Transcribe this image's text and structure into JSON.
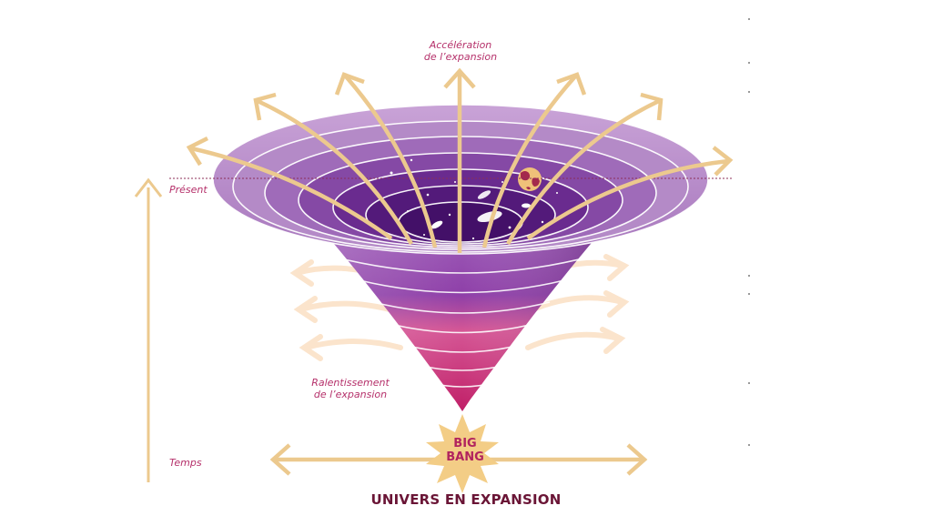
{
  "labels": {
    "acceleration_line1": "Accélération",
    "acceleration_line2": "de l’expansion",
    "present": "Présent",
    "slowdown_line1": "Ralentissement",
    "slowdown_line2": "de l’expansion",
    "time": "Temps",
    "big_bang_line1": "BIG",
    "big_bang_line2": "BANG",
    "title": "UNIVERS EN EXPANSION"
  },
  "colors": {
    "arrow": "#ecc98e",
    "arrow_faded": "#fbe8d2",
    "funnel_top": "#b58ac6",
    "funnel_mid": "#8a3fa6",
    "funnel_pink": "#d04a8c",
    "funnel_tip": "#c2256c",
    "label": "#b5306a",
    "title": "#6a1536"
  },
  "icons": {
    "earth": "earth-icon",
    "galaxies": "galaxy-icon",
    "big_bang": "starburst-icon"
  }
}
